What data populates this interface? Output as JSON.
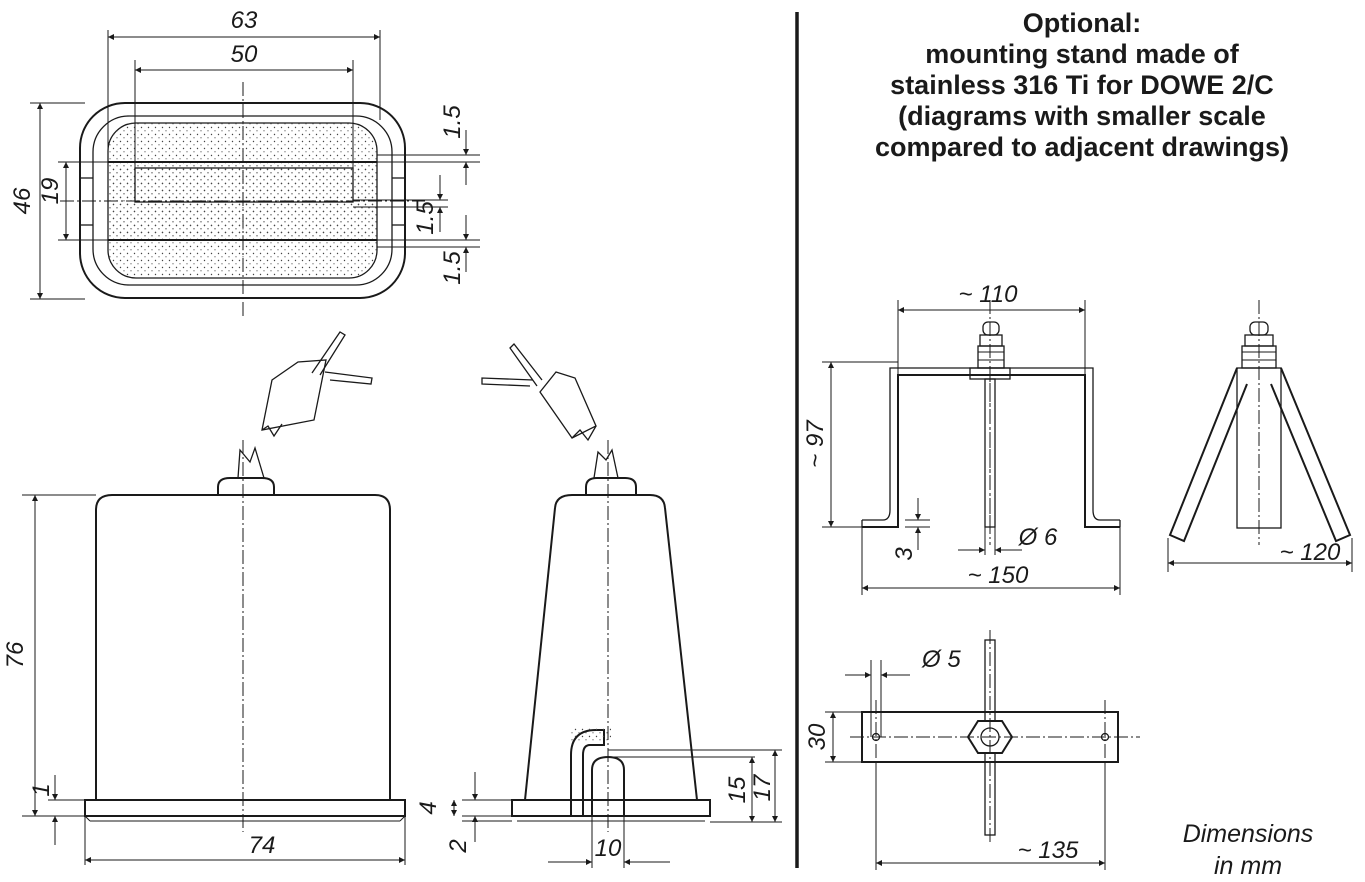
{
  "heading": {
    "lines": [
      "Optional:",
      "mounting stand made of",
      "stainless 316 Ti for DOWE 2/C",
      "(diagrams with smaller scale",
      "compared to adjacent drawings)"
    ]
  },
  "units_note": {
    "line1": "Dimensions",
    "line2": "in mm"
  },
  "top_view": {
    "width_outer": "63",
    "width_inner": "50",
    "height_outer": "46",
    "height_inner": "19",
    "wall_top": "1.5",
    "gap_mid": "1.5",
    "wall_bottom": "1.5"
  },
  "front_view": {
    "height": "76",
    "base_thickness": "1",
    "width": "74"
  },
  "side_view": {
    "height_15": "15",
    "height_17": "17",
    "base_4": "4",
    "base_2": "2",
    "width_10": "10"
  },
  "stand_front": {
    "top_width": "~ 110",
    "height": "~ 97",
    "foot": "3",
    "rod_dia": "Ø 6",
    "base_width": "~ 150"
  },
  "stand_side": {
    "base_width": "~ 120"
  },
  "stand_plan": {
    "hole_dia": "Ø 5",
    "depth": "30",
    "hole_spacing": "~ 135"
  }
}
